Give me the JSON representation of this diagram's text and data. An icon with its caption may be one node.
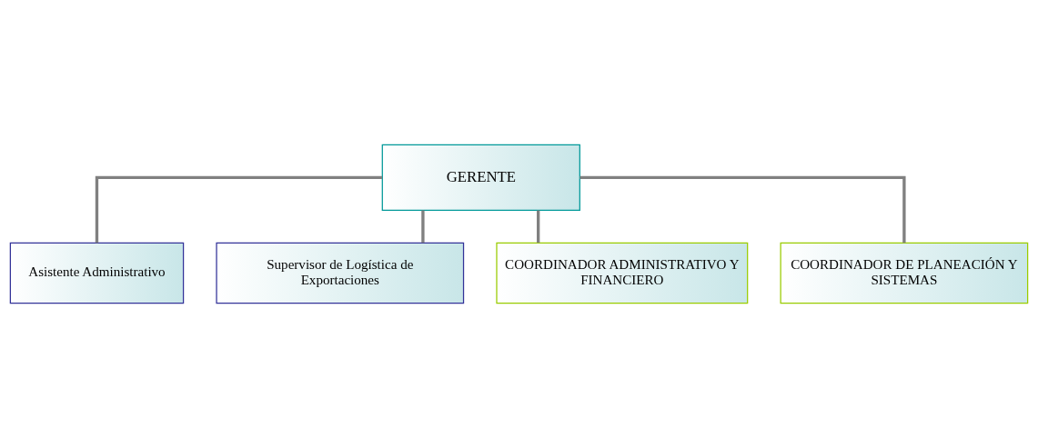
{
  "diagram": {
    "nodes": [
      {
        "text": [
          "GERENTE"
        ]
      },
      {
        "text": [
          "Asistente Administrativo"
        ]
      },
      {
        "text": [
          "Supervisor de Logística de Exportaciones"
        ]
      },
      {
        "text": [
          "COORDINADOR ADMINISTRATIVO Y FINANCIERO"
        ]
      },
      {
        "text": [
          "COORDINADOR DE PLANEACIÓN Y SISTEMAS"
        ]
      }
    ],
    "edges": [
      {
        "from": 0,
        "to": 1,
        "arrow": "none"
      },
      {
        "from": 0,
        "to": 2,
        "arrow": "none"
      },
      {
        "from": 0,
        "to": 3,
        "arrow": "none"
      },
      {
        "from": 0,
        "to": 4,
        "arrow": "none"
      }
    ]
  }
}
